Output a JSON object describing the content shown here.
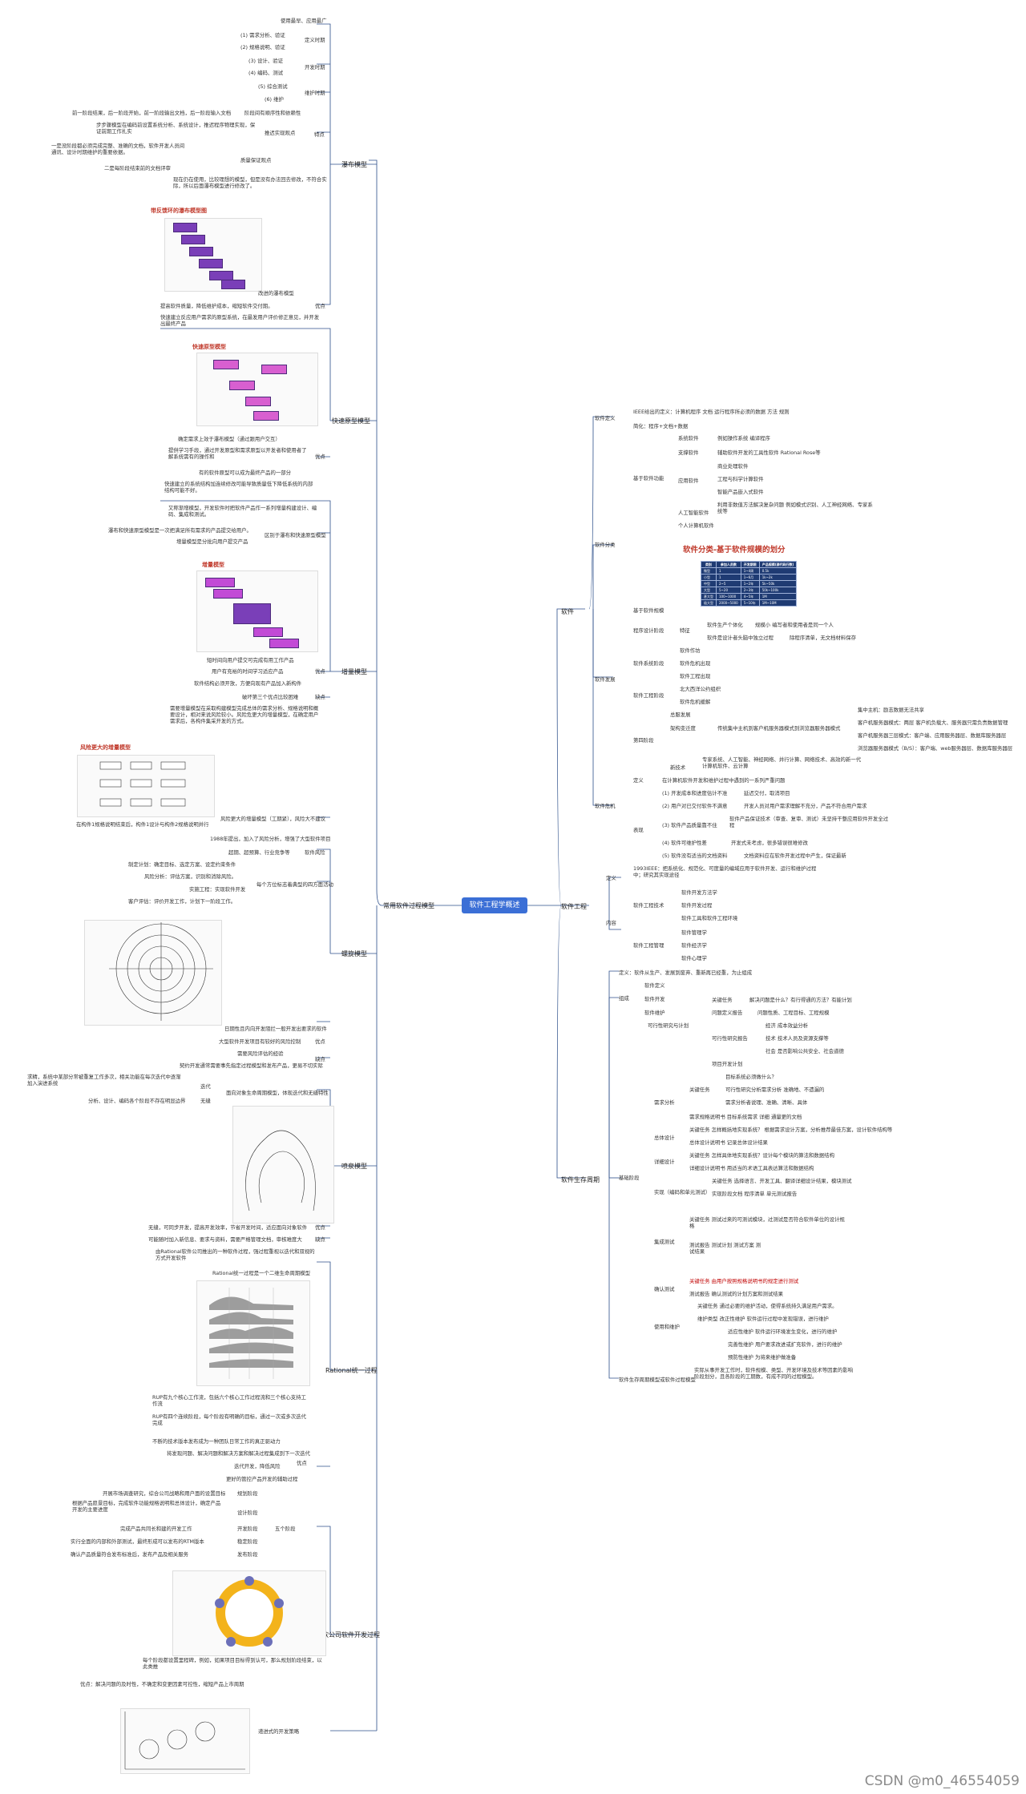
{
  "root": "软件工程学概述",
  "left": {
    "branch": "常用软件过程模型",
    "waterfall": {
      "label": "瀑布模型",
      "def_label": "定义时期",
      "def_items": [
        "使用最早、应用最广",
        "(1) 需求分析、验证",
        "(2) 规格说明、验证"
      ],
      "dev_label": "开发时期",
      "dev_items": [
        "(3) 设计、验证",
        "(4) 编码、测试"
      ],
      "maint_label": "维护时期",
      "maint_items": [
        "(5) 综合测试",
        "(6) 维护"
      ],
      "feat_label": "特点",
      "feat_items": [
        "阶段间有顺序性和依赖性",
        "前一阶段结果，后一阶段开始，前一阶段输出文档，后一阶段输入文档",
        "推迟实现观点",
        "步步骤模型在编码前设置系统分析、系统设计，推迟程序物理实现，保证前期工作扎实",
        "质量保证观点",
        "一是没阶段都必须完成完整、准确的文档，软件开发人员间通讯、设计时期维护的重要依据。",
        "二是每阶段结束前的文档评审"
      ],
      "improved_label": "改进的瀑布模型",
      "improved_desc": "现在仍在使用，比较理想的模型，但是没有办法回去修改，不符合实际，所以后面瀑布模型进行修改了。",
      "fig_title": "带反馈环的瀑布模型图",
      "adv_label": "优点",
      "adv_text": "提高软件质量，降低维护成本，缩短软件交付期。"
    },
    "rapid": {
      "label": "快速原型模型",
      "desc": "快速建立反应用户需求的原型系统，在最发用户评价修正意见，并开发出最终产品",
      "fig_title": "快速原型模型",
      "adv_label": "优点",
      "adv_items": [
        "确定需求上效于瀑布模型（通过跟用户交互）",
        "提供学习手段，通过开发原型和需求原型以开发者和使用者了解系统需有的操作和",
        "有的软件原型可以成为最终产品的一部分",
        "快速建立的系统结构加连续修改可能导致质量低下降低系统的内部结构可能不好。"
      ]
    },
    "incremental": {
      "label": "增量模型",
      "desc": "又称渐增模型，开发软件时把软件产品作一系列增量构建设计、编码、集成和测试。",
      "diff_label": "区别于瀑布和快速原型模型",
      "diff_items": [
        "瀑布和快速原型模型是一次把满足所有需求的产品提交给用户。",
        "增量模型是分批向用户提交产品"
      ],
      "fig_title": "增量模型",
      "adv_label": "优点",
      "adv_items": [
        "短时间向用户提交可完成有用工作产品",
        "用户有充裕的时间学习适应产品",
        "软件结构必须开放，方便向现有产品加入新构件"
      ],
      "dis_label": "缺点",
      "dis_items": [
        "破坏第三个优点比较困难",
        "需要增量模型在采取构建模型完成总体的需求分析、规格说明和概要设计，相对来说风险较小。风险危更大的增量模型，在确定用户需求后，各构件集采开发的方式。"
      ],
      "fig2_title": "风险更大的增量模型",
      "risk_label": "风险更大的增量模型（工期紧），风险大不建议",
      "risk_note": "在构件1规格说明结束后，构件1设计与构件2规格说明并行"
    },
    "spiral": {
      "label": "螺旋模型",
      "intro": "1988年提出，加入了风险分析，增强了大型软件项目",
      "risk_label": "软件风险",
      "risk_text": "超期、超预算、行业竞争等",
      "each_label": "每个方位标志着典型的四方面活动",
      "each_items": [
        "制定计划：确定目标、选定方案、设定约束条件",
        "风险分析：评估方案，识别和消除风险。",
        "实施工程：实现软件开发",
        "客户评估：评价开发工作，计划下一阶段工作。"
      ],
      "adv_label": "优点",
      "adv_text": "日期性且内向开发阻拦一般开发出要求的软件",
      "use_text": "大型软件开发项目有较好的风险控制",
      "dis_label": "缺点",
      "dis_items": [
        "需要风险评估的经验",
        "契约开发通常需要事先指定过程模型和发布产品，更易不切实际"
      ]
    },
    "fountain": {
      "label": "喷泉模型",
      "iter_label": "迭代",
      "iter_text": "求精，系统中某部分常被重复工作多次，相关功能在每次迭代中逐渐加入演进系统",
      "noseam_label": "无缝",
      "noseam_text": "分析、设计、编码各个阶段不存在明显边界",
      "desc": "面向对象生命周期模型，体现迭代和无缝特性",
      "adv_label": "优点",
      "adv_text": "无缝，可同步开发，提高开发效率，节省开发时间，适应面向对象软件",
      "dis_label": "缺点",
      "dis_text": "可能随时加入新信息、要求与资料，需要严格管理文档，审核难度大"
    },
    "rup": {
      "label": "Rational统一过程",
      "desc": "由Rational软件公司推出的一种软件过程，强过程重视以迭代和双视的方式开发软件",
      "fig_title": "Rational统一过程是一个二维生命周期模型",
      "notes": [
        "RUP有九个核心工作流，包括六个核心工作过程流和三个核心支持工作流",
        "RUP有四个连续阶段，每个阶段有明确的目标，通过一次或多次迭代完成"
      ],
      "adv_label": "优点",
      "adv_items": [
        "不断的技术版本发布成为一种团队日常工作的真正驱动力",
        "将发现问题、解决问题和解决方案和解决过程集成到下一次迭代",
        "迭代开发，降低风险",
        "更好的管控产品开发的辅助过程"
      ]
    },
    "msf": {
      "label": "微软公司软件开发过程",
      "phase_label": "五个阶段",
      "phases": [
        [
          "开展市场调查研究，综合公司战略和用户面的设置目标",
          "规划阶段"
        ],
        [
          "根据产品愿景目标，完成软件功能规格说明和总体设计，确定产品开发的主要进度",
          "设计阶段"
        ],
        [
          "完成产品共同长和建的开发工作",
          "开发阶段"
        ],
        [
          "实行全面的内部和外部测试，最终形成可以发布的RTM版本",
          "稳定阶段"
        ],
        [
          "确认产品质量符合发布标准后，发布产品及相关服务",
          "发布阶段"
        ]
      ],
      "fig_title": "微软公司软件开发过程",
      "milestone": "每个阶段都设置里程碑，例如，如果项目目标得到认可，那么规划阶段结束，以此类推",
      "iter_label": "递进式的开发策略",
      "iter_text": "优点：解决问题的及时性，不确定和变更因素可控性，缩短产品上市周期"
    }
  },
  "right": {
    "software": {
      "label": "软件",
      "def_label": "软件定义",
      "def_items": [
        "IEEE给出的定义：计算机程序 文档 运行程序所必须的数据 方法 规则",
        "简化：程序+文档+数据"
      ],
      "cls_label": "软件分类",
      "func_label": "基于软件功能",
      "func": [
        [
          "系统软件",
          "例如操作系统 编译程序"
        ],
        [
          "支撑软件",
          "辅助软件开发的工具性软件 Rational Rose等"
        ],
        [
          "应用软件",
          "商业处理软件"
        ],
        [
          "",
          "工程与科学计算软件"
        ],
        [
          "",
          "智能产品嵌入式软件"
        ],
        [
          "人工智能软件",
          "利用非数值方法解决复杂问题 例如模式识别、人工神经网络、专家系统等"
        ],
        [
          "个人计算机软件",
          ""
        ]
      ],
      "scale_label": "基于软件规模",
      "scale_fig_title": "软件分类-基于软件规模的划分",
      "scale_table": {
        "headers": [
          "类别",
          "参加人员数",
          "开发期限",
          "产品规模(源代码行数)"
        ],
        "rows": [
          [
            "微型",
            "1",
            "1~4周",
            "0.5k"
          ],
          [
            "小型",
            "1",
            "1~6月",
            "1k~2k"
          ],
          [
            "中型",
            "2~5",
            "1~2年",
            "5k~50k"
          ],
          [
            "大型",
            "5~20",
            "2~3年",
            "50k~100k"
          ],
          [
            "甚大型",
            "100~1000",
            "4~5年",
            "1M"
          ],
          [
            "极大型",
            "2000~5000",
            "5~10年",
            "1M~10M"
          ]
        ]
      },
      "dev_label": "软件发展",
      "stages": [
        [
          "程序设计阶段",
          "特征",
          "软件生产个体化",
          "规模小 编写者和使用者是同一个人"
        ],
        [
          "",
          "",
          "软件是设计者头脑中独立过程",
          "除程序清单，无文档材料保存"
        ],
        [
          "软件系统阶段",
          "",
          "软件作坊",
          ""
        ],
        [
          "",
          "",
          "软件危机出现",
          ""
        ],
        [
          "",
          "",
          "软件工程出现",
          ""
        ],
        [
          "软件工程阶段",
          "",
          "北大西洋公约组织",
          ""
        ],
        [
          "",
          "",
          "软件危机缓解",
          ""
        ],
        [
          "第四阶段",
          "",
          "总服发展",
          ""
        ]
      ],
      "c_s_label": "架构变迁度",
      "c_s_text": "传统集中主机到客户机服务器模式到浏览器服务器模式",
      "arch_items": [
        "集中主机：励志数据无法共享",
        "客户机服务器模式：两层 客户机负载大、服务器只需负责数据管理",
        "客户机服务器三层模式：客户端、应用服务器层、数据库服务器层",
        "浏览器服务器模式（B/S）：客户端、web服务器层、数据库服务器层"
      ],
      "new_label": "新技术",
      "new_text": "专家系统、人工智能、神经网络、并行计算、网络技术、高效的新一代计算机软件、云计算",
      "crisis_label": "软件危机",
      "crisis_def_label": "定义",
      "crisis_def": "在计算机软件开发和维护过程中遇到的一系列严重问题",
      "crisis_show_label": "表现",
      "crisis_show": [
        [
          "(1) 开发成本和进度估计不准",
          "延迟交付，取消项目"
        ],
        [
          "(2) 用户对已交付软件不满意",
          "开发人员对用户需求理解不充分，产品不符合用户需求"
        ],
        [
          "(3) 软件产品质量靠不住",
          "软件产品保证技术（审查、复审、测试）未坚持干整应用软件开发全过程"
        ],
        [
          "(4) 软件可维护性差",
          "开发式未考虑，很多错误很难修改"
        ],
        [
          "(5) 软件没有适当的文档资料",
          "文档资料应在软件开发过程中产生，保证最新"
        ]
      ]
    },
    "se": {
      "label": "软件工程",
      "def_label": "定义",
      "def_text": "1993IEEE：把系统化、规范化、可度量的编域应用于软件开发、运行和维护过程中；研究其实现途径",
      "content_label": "内容",
      "tech_label": "软件工程技术",
      "tech_items": [
        "软件开发方法学",
        "软件开发过程",
        "软件工具和软件工程环境"
      ],
      "mgmt_label": "软件工程管理",
      "mgmt_items": [
        "软件管理学",
        "软件经济学",
        "软件心理学"
      ]
    },
    "lifecycle": {
      "label": "软件生存周期",
      "def_text": "定义：软件从生产、发展到废弃、重新再已经重，为止组成",
      "comp_label": "组成",
      "comp_items": [
        "软件定义",
        "软件开发",
        "软件维护"
      ],
      "phase_label": "基础阶段",
      "feas_label": "可行性研究与计划",
      "feas_items": [
        "关键任务",
        "解决问题是什么？有行得通的方法？有能计划",
        "问题定义报告",
        "问题性质、工程目标、工程规模",
        "可行性研究报告",
        "经济 成本效益分析",
        "技术 技术人员及资源支撑等",
        "社会 是否影响公共安全、社会道德",
        "项目开发计划"
      ],
      "req_label": "需求分析",
      "req_items": [
        "目标系统必须做什么？",
        "关键任务",
        "可行性研究分析需求分析 准确地、不遗漏的",
        "需求分析者说理、准确、清晰、具体",
        "需求规格说明书 目标系统需求 详细 通量更的文档"
      ],
      "design_label": "总体设计",
      "design_items": [
        "关键任务 怎样概括地实现系统？ 根据需求设计方案，分析推荐最佳方案，设计软件结构等",
        "总体设计说明书 记录总体设计结果"
      ],
      "detail_label": "详细设计",
      "detail_items": [
        "关键任务 怎样具体地实现系统？设计每个模块的算法和数据结构",
        "详细设计说明书 用适当的术语工具表达算法和数据结构"
      ],
      "code_label": "实现（编码和单元测试）",
      "code_items": [
        "关键任务 选择语言、开发工具、翻译详细设计结果，模块测试",
        "实现阶段文档 程序清单 单元测试报告"
      ],
      "int_label": "集成测试",
      "int_items": [
        "关键任务 测试过来的可测试模块，过测试是否符合软件单位的设计规格",
        "测试报告 测试计划 测试方案 测试结果"
      ],
      "acc_label": "确认测试",
      "acc_items": [
        "关键任务 由用户按照规格说明书的规定进行测试",
        "测试报告 确认测试的计划方案和测试结果"
      ],
      "maint_label": "使用和维护",
      "maint_items": [
        "关键任务 通过必要的维护活动，使得系统持久满足用户需求。",
        "维护类型 改正性维护 软件运行过程中发现错误，进行维护",
        "适应性维护 软件运行环境发生变化，进行的维护",
        "完善性维护 用户要求改进或扩充软件，进行的维护",
        "预防性维护 为将来维护做准备"
      ],
      "model_label": "软件生存周期模型或软件过程模型",
      "model_text": "实际从事开发工作时，软件规模、类型、开发环境及技术等因素的影响阶段划分，且各阶段的工期数，有成不同的过程模型。"
    }
  },
  "colors": {
    "root_fill": "#3b6fd6",
    "line": "#2c4f8a",
    "accent_red": "#c00000"
  },
  "watermark": "CSDN @m0_46554059"
}
